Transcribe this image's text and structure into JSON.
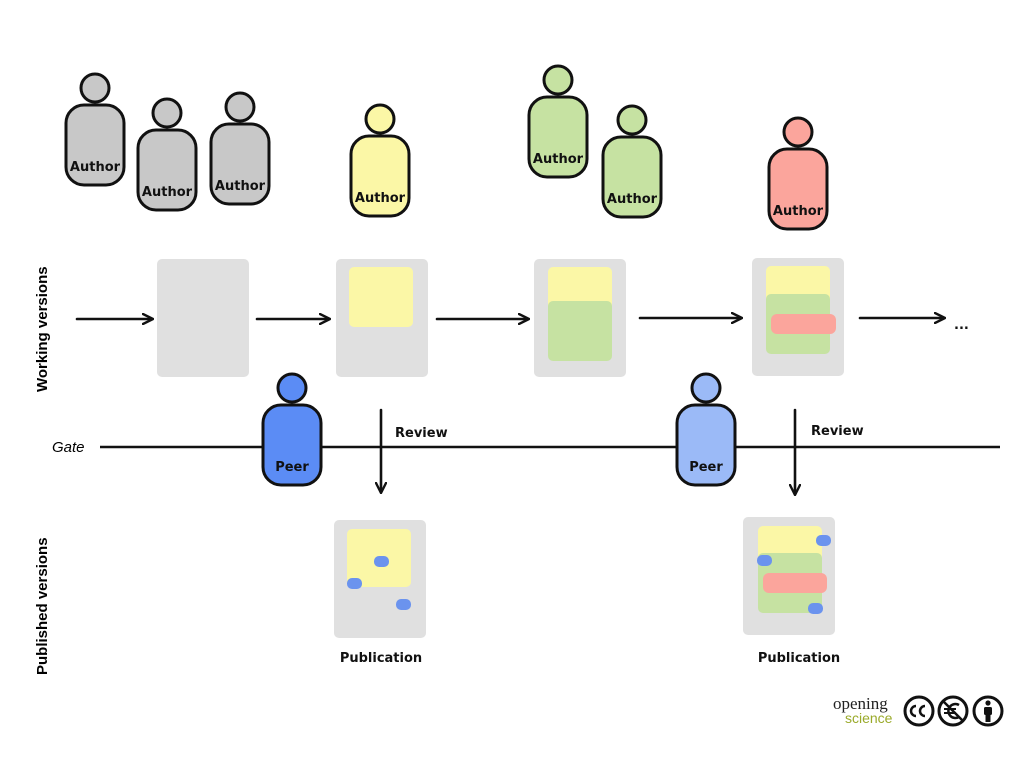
{
  "labels": {
    "working_versions": "Working versions",
    "published_versions": "Published versions",
    "gate": "Gate",
    "review": "Review",
    "publication": "Publication",
    "ellipsis": "...",
    "author": "Author",
    "peer": "Peer"
  },
  "logo": {
    "line1": "opening",
    "line2": "science",
    "cc_icons": [
      "creative-commons-icon",
      "non-commercial-icon",
      "attribution-icon"
    ]
  },
  "colors": {
    "gray": "#c8c8c8",
    "yellow": "#fbf7a6",
    "green": "#c6e2a2",
    "red": "#fba59c",
    "peer_dark": "#5b8cf5",
    "peer_light": "#9bbaf7",
    "doc_bg": "#e0e0e0",
    "dot": "#6b93ee"
  },
  "authors": [
    {
      "color": "gray",
      "label": "Author"
    },
    {
      "color": "gray",
      "label": "Author"
    },
    {
      "color": "gray",
      "label": "Author"
    },
    {
      "color": "yellow",
      "label": "Author"
    },
    {
      "color": "green",
      "label": "Author"
    },
    {
      "color": "green",
      "label": "Author"
    },
    {
      "color": "red",
      "label": "Author"
    }
  ],
  "peers": [
    {
      "color": "peer_dark",
      "label": "Peer"
    },
    {
      "color": "peer_light",
      "label": "Peer"
    }
  ]
}
